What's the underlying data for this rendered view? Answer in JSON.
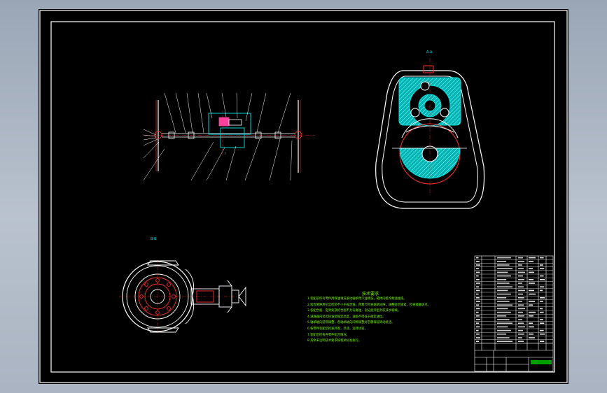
{
  "views": {
    "view_a_label": "A-A",
    "view_b_label": "B-B",
    "shaft_leader_label": "I"
  },
  "technical_requirements": {
    "title": "技术要求",
    "lines": [
      "1.装配前所有零件用煤油清洗滚动轴承用汽油清洗，箱体内壁涂耐油油漆。",
      "2.啮合侧隙用铅丝检验不小于规定值，用塞尺检查轴承间隙，调整好后锁紧，检查接触斑点。",
      "3.各配合面、密封处及结合面不允许漏油，剖分面涂密封胶或水玻璃。",
      "4.减速器内装齿轮油至规定高度，油面不得低于规定油位。",
      "5.轴承轴向游隙调整，各轴承轴向间隙调整好后需保证转动灵活。",
      "6.各零件装配后检查外观，涂漆，运转试验。",
      "7.装配后检查各零件配合情况。",
      "8.其余未注明技术要求按相关标准执行。"
    ]
  },
  "colors": {
    "outline": "#ffffff",
    "hatch": "#00c8c8",
    "hidden": "#ff2a2a",
    "text": "#7CFC00",
    "title_block": "#ffffff",
    "background_sheet": "#000000"
  }
}
